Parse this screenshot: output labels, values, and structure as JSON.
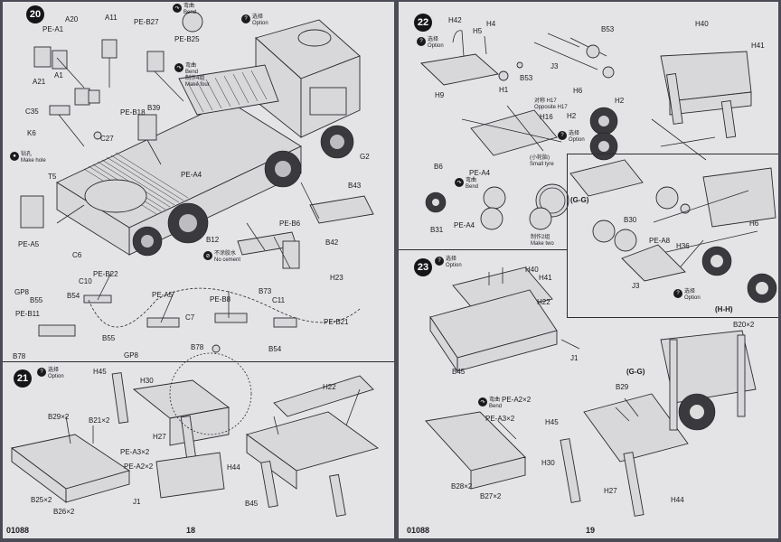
{
  "left_page": {
    "product_code": "01088",
    "page_number": "18",
    "step_20": {
      "number": "20",
      "callouts": {
        "option": "选择\nOption",
        "bend": "弯曲\nBend",
        "bend_make_four": "弯曲\nBend\n制作4组\nMake four",
        "make_hole": "钻孔\nMake hole",
        "no_cement": "不涂胶水\nNo cement"
      },
      "part_labels": [
        "PE-A1",
        "A20",
        "A11",
        "PE-B27",
        "PE-B25",
        "A21",
        "A1",
        "C35",
        "PE-B18",
        "B39",
        "K6",
        "C27",
        "T5",
        "G2",
        "PE-A4",
        "B43",
        "PE-B6",
        "B42",
        "B12",
        "PE-A5",
        "C6",
        "GP8",
        "B55",
        "PE-B22",
        "C10",
        "B54",
        "PE-A5",
        "C7",
        "PE-B8",
        "B73",
        "H23",
        "C11",
        "PE-B11",
        "B55",
        "GP8",
        "B78",
        "B78",
        "PE-B21",
        "B54"
      ]
    },
    "step_21": {
      "number": "21",
      "callouts": {
        "option": "选择\nOption"
      },
      "part_labels": [
        "H45",
        "H30",
        "B29×2",
        "B21×2",
        "H27",
        "PE-A3×2",
        "PE-A2×2",
        "H44",
        "B25×2",
        "J1",
        "B26×2",
        "H22",
        "B45"
      ]
    }
  },
  "right_page": {
    "product_code": "01088",
    "page_number": "19",
    "step_22": {
      "number": "22",
      "callouts": {
        "option_a": "选择\nOption",
        "opposite": "对称 H17\nOpposite H17",
        "option_b": "选择\nOption",
        "small_tyre": "(小轮胎)\nSmall tyre",
        "bend": "弯曲\nBend",
        "make_two": "制作2组\nMake two",
        "option_c": "选择\nOption"
      },
      "detail_labels": [
        "(G-G)",
        "(H-H)"
      ],
      "part_labels": [
        "H42",
        "H4",
        "H5",
        "B53",
        "H9",
        "H1",
        "B53",
        "J3",
        "H6",
        "H2",
        "H16",
        "H2",
        "H40",
        "H41",
        "B6",
        "PE-A4",
        "B31",
        "PE-A4",
        "B30",
        "PE-A8",
        "H36",
        "J3",
        "H6"
      ]
    },
    "step_23": {
      "number": "23",
      "callouts": {
        "option": "选择\nOption",
        "bend": "弯曲\nBend"
      },
      "detail_labels": [
        "(G-G)"
      ],
      "part_labels": [
        "H40",
        "H41",
        "H22",
        "J1",
        "B45",
        "B20×2",
        "PE-A2×2",
        "PE-A3×2",
        "B29",
        "H45",
        "H30",
        "B28×2",
        "B27×2",
        "H27",
        "H44"
      ]
    }
  }
}
